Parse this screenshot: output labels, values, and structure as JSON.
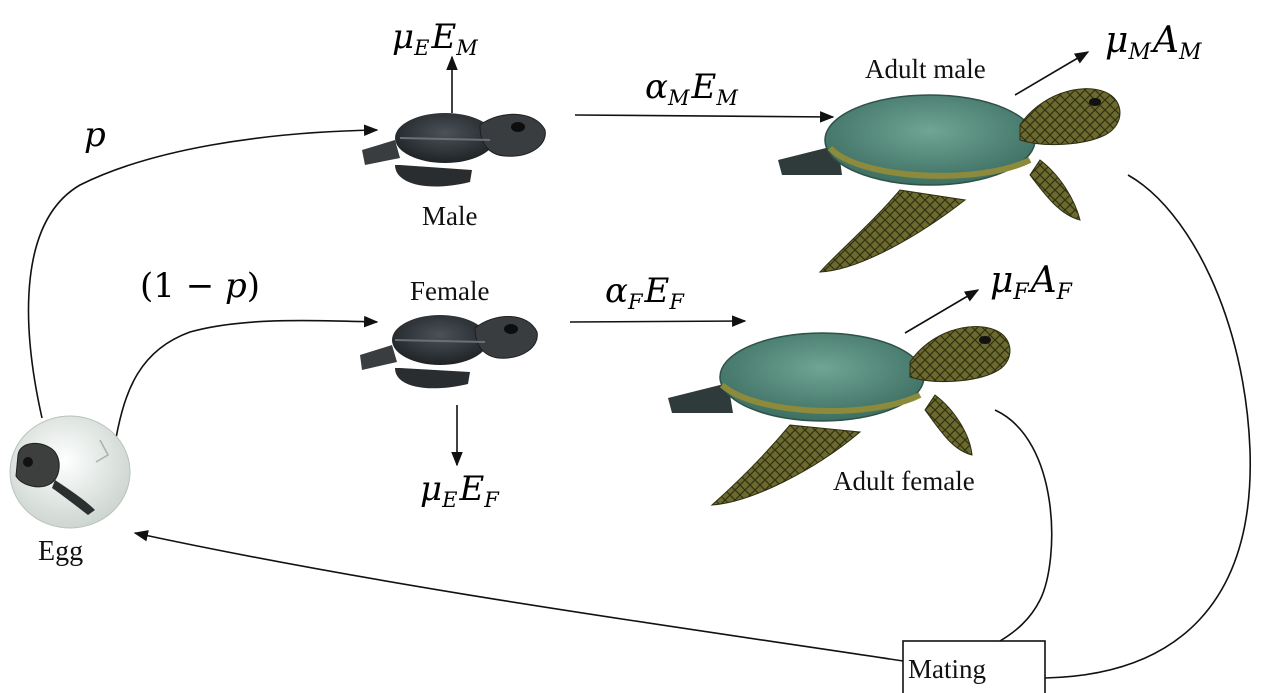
{
  "nodes": {
    "egg": {
      "label": "Egg"
    },
    "male": {
      "label": "Male"
    },
    "female": {
      "label": "Female"
    },
    "adult_male": {
      "label": "Adult male"
    },
    "adult_female": {
      "label": "Adult female"
    },
    "mating": {
      "label": "Mating"
    }
  },
  "rates": {
    "p": {
      "sym": "p"
    },
    "one_minus_p": {
      "lp": "(1 − ",
      "sym": "p",
      "rp": ")"
    },
    "mu_E_E_M": {
      "mu": "μ",
      "sub1": "E",
      "var": "E",
      "sub2": "M"
    },
    "mu_E_E_F": {
      "mu": "μ",
      "sub1": "E",
      "var": "E",
      "sub2": "F"
    },
    "alpha_M_E_M": {
      "mu": "α",
      "sub1": "M",
      "var": "E",
      "sub2": "M"
    },
    "alpha_F_E_F": {
      "mu": "α",
      "sub1": "F",
      "var": "E",
      "sub2": "F"
    },
    "mu_M_A_M": {
      "mu": "μ",
      "sub1": "M",
      "var": "A",
      "sub2": "M"
    },
    "mu_F_A_F": {
      "mu": "μ",
      "sub1": "F",
      "var": "A",
      "sub2": "F"
    }
  },
  "colors": {
    "line": "#111111",
    "adult_shell": "#4f8a7a",
    "adult_skin": "#6c6a2e",
    "hatchling_shell": "#2e3338",
    "hatchling_skin": "#3a3d40",
    "egg_shell": "#e6ebe6"
  }
}
